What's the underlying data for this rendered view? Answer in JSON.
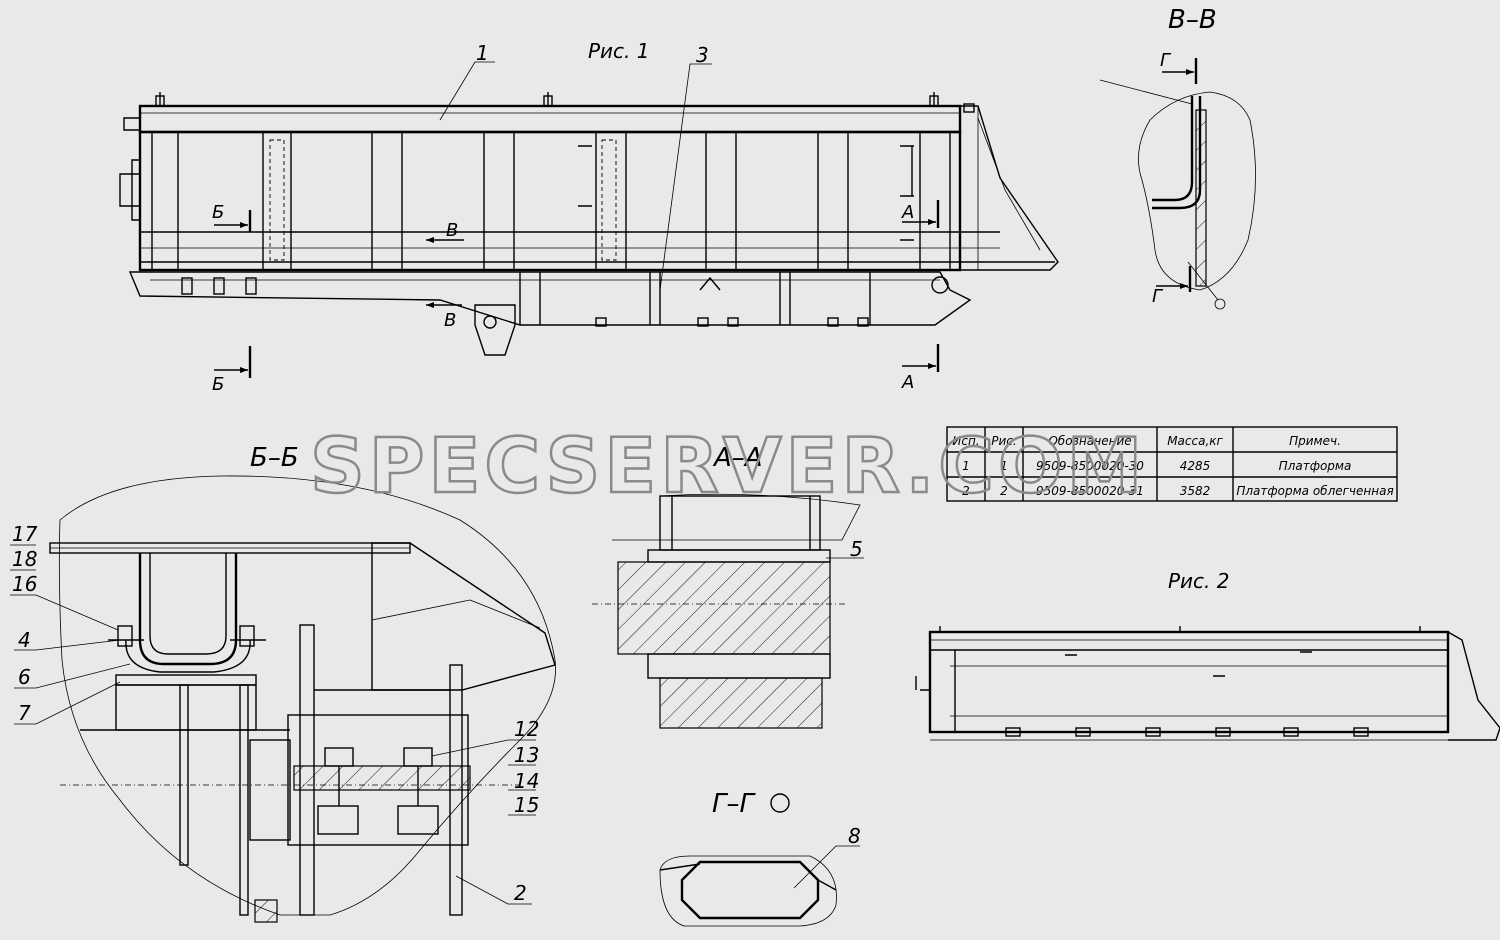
{
  "figures": {
    "fig1": "Рис. 1",
    "fig2": "Рис. 2"
  },
  "sections": {
    "vv": "В–В",
    "bb": "Б–Б",
    "aa": "А–А",
    "gg": "Г–Г"
  },
  "cut_marks": {
    "b": "Б",
    "v": "В",
    "a": "А",
    "g": "Г"
  },
  "callouts": [
    "1",
    "2",
    "3",
    "4",
    "5",
    "6",
    "7",
    "8",
    "12",
    "13",
    "14",
    "15",
    "16",
    "17",
    "18"
  ],
  "table": {
    "headers": [
      "Исп.",
      "Рис.",
      "Обозначение",
      "Масса,кг",
      "Примеч."
    ],
    "rows": [
      [
        "1",
        "1",
        "9509-8500020-30",
        "4285",
        "Платформа"
      ],
      [
        "2",
        "2",
        "9509-8500020-31",
        "3582",
        "Платформа облегченная"
      ]
    ]
  },
  "watermark": "SPECSERVER.COM"
}
